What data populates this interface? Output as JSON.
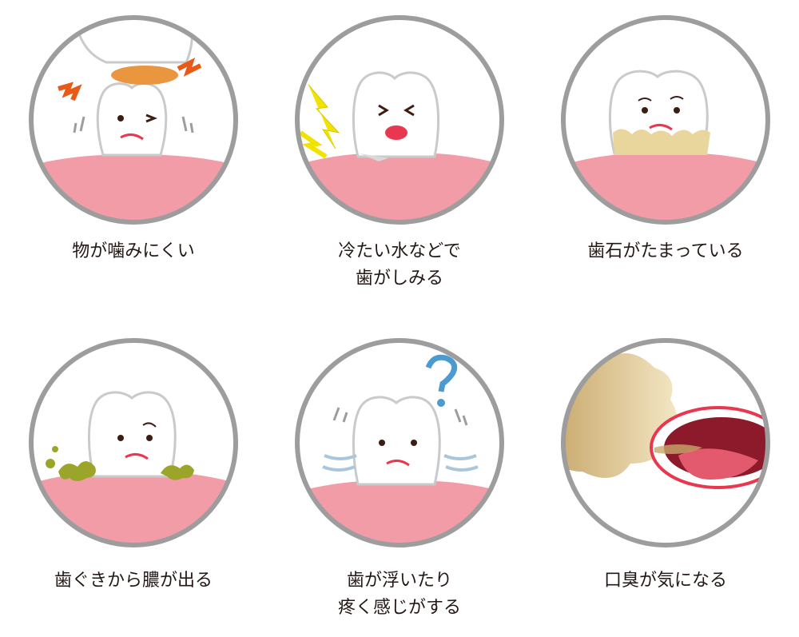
{
  "symptoms": [
    {
      "caption": "物が噛みにくい",
      "icon": "chewing-pain-tooth-icon"
    },
    {
      "caption": "冷たい水などで\n歯がしみる",
      "icon": "sensitive-tooth-icon"
    },
    {
      "caption": "歯石がたまっている",
      "icon": "tartar-tooth-icon"
    },
    {
      "caption": "歯ぐきから膿が出る",
      "icon": "gum-pus-tooth-icon"
    },
    {
      "caption": "歯が浮いたり\n疼く感じがする",
      "icon": "loose-tooth-icon"
    },
    {
      "caption": "口臭が気になる",
      "icon": "bad-breath-icon"
    }
  ],
  "colors": {
    "ring": "#9d9d9d",
    "gum": "#f19ca6",
    "gum_light": "#f5b3bb",
    "tooth_outline": "#c9cacb",
    "tooth_fill": "#ffffff",
    "face": "#3d1c12",
    "mouth": "#e8384f",
    "spark": "#ea5a17",
    "bolt": "#f1e300",
    "tartar": "#e9d69c",
    "pus": "#9aa52a",
    "question": "#4d9ad0",
    "breath": "#c8a76a"
  }
}
